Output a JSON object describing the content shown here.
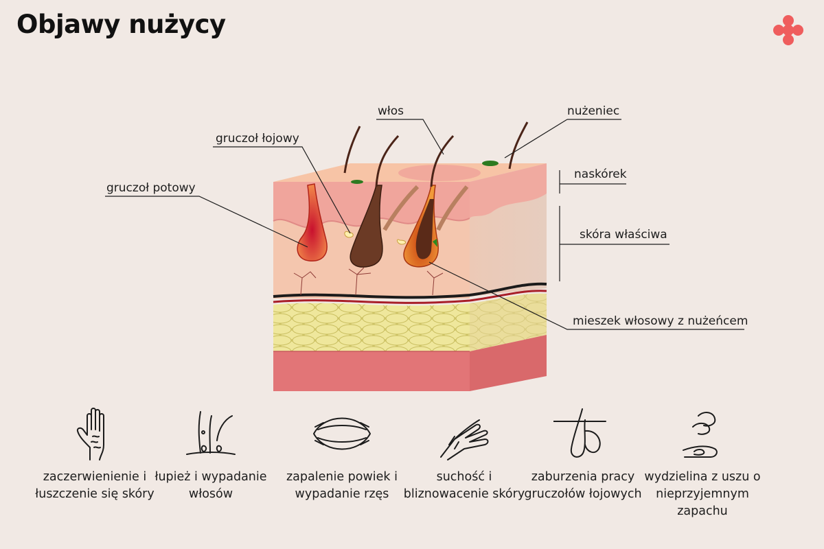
{
  "title": "Objawy nużycy",
  "colors": {
    "background": "#f1e9e4",
    "logo": "#ef5d5d",
    "epidermis": "#f6bfa2",
    "dermis": "#f3c7b0",
    "fat": "#e9e29a",
    "muscle": "#e37577"
  },
  "diagram": {
    "labels": {
      "hair": "włos",
      "demodex": "nużeniec",
      "sebaceous_gland": "gruczoł łojowy",
      "sweat_gland": "gruczoł potowy",
      "epidermis": "naskórek",
      "dermis": "skóra właściwa",
      "follicle": "mieszek włosowy z nużeńcem"
    }
  },
  "symptoms": [
    {
      "icon": "hand-rash-icon",
      "label": "zaczerwienienie i łuszczenie się skóry"
    },
    {
      "icon": "hair-loss-icon",
      "label": "łupież i wypadanie włosów"
    },
    {
      "icon": "eyelid-icon",
      "label": "zapalenie powiek i wypadanie rzęs"
    },
    {
      "icon": "dry-hands-icon",
      "label": "suchość i bliznowacenie skóry"
    },
    {
      "icon": "sebaceous-gland-icon",
      "label": "zaburzenia pracy gruczołów łojowych"
    },
    {
      "icon": "ear-discharge-icon",
      "label": "wydzielina z uszu o nieprzyjemnym zapachu"
    }
  ]
}
